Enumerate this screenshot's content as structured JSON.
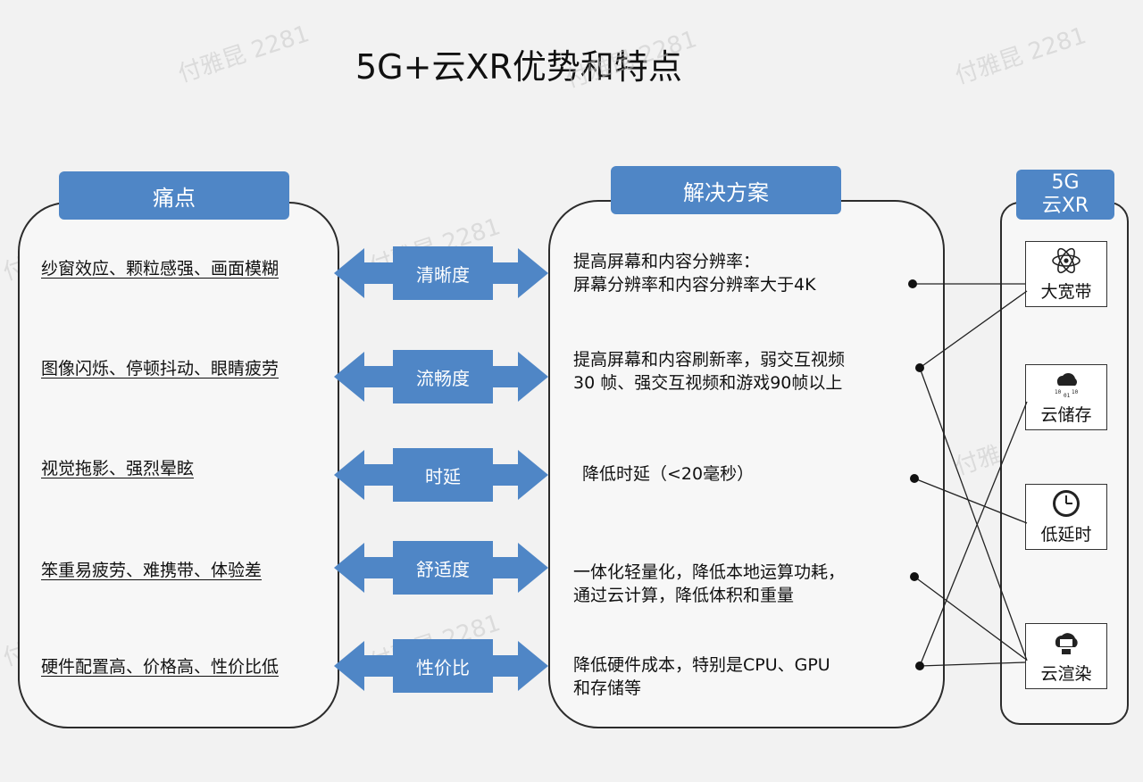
{
  "title": "5G+云XR优势和特点",
  "watermark": "付雅昆 2281",
  "headers": {
    "pain_points": "痛点",
    "solutions": "解决方案",
    "right_line1": "5G",
    "right_line2": "云XR"
  },
  "rows": [
    {
      "pain": "纱窗效应、颗粒感强、画面模糊",
      "aspect": "清晰度",
      "solution_line1": "提高屏幕和内容分辨率：",
      "solution_line2": "屏幕分辨率和内容分辨率大于4K"
    },
    {
      "pain": "图像闪烁、停顿抖动、眼睛疲劳",
      "aspect": "流畅度",
      "solution_line1": "提高屏幕和内容刷新率，弱交互视频",
      "solution_line2": "30 帧、强交互视频和游戏90帧以上"
    },
    {
      "pain": "视觉拖影、强烈晕眩",
      "aspect": "时延",
      "solution_line1": "降低时延（<20毫秒）",
      "solution_line2": ""
    },
    {
      "pain": "笨重易疲劳、难携带、体验差",
      "aspect": "舒适度",
      "solution_line1": "一体化轻量化，降低本地运算功耗，",
      "solution_line2": "通过云计算，降低体积和重量"
    },
    {
      "pain": "硬件配置高、价格高、性价比低",
      "aspect": "性价比",
      "solution_line1": "降低硬件成本，特别是CPU、GPU",
      "solution_line2": "和存储等"
    }
  ],
  "features": [
    {
      "label": "大宽带",
      "icon": "atom-icon"
    },
    {
      "label": "云储存",
      "icon": "cloud-storage-icon"
    },
    {
      "label": "低延时",
      "icon": "clock-icon"
    },
    {
      "label": "云渲染",
      "icon": "cloud-render-icon"
    }
  ],
  "connections": [
    {
      "solution": 1,
      "feature": 1
    },
    {
      "solution": 2,
      "feature": 1
    },
    {
      "solution": 2,
      "feature": 4
    },
    {
      "solution": 3,
      "feature": 3
    },
    {
      "solution": 4,
      "feature": 4
    },
    {
      "solution": 5,
      "feature": 2
    },
    {
      "solution": 5,
      "feature": 4
    }
  ],
  "colors": {
    "accent": "#4f86c6",
    "line": "#222222"
  }
}
